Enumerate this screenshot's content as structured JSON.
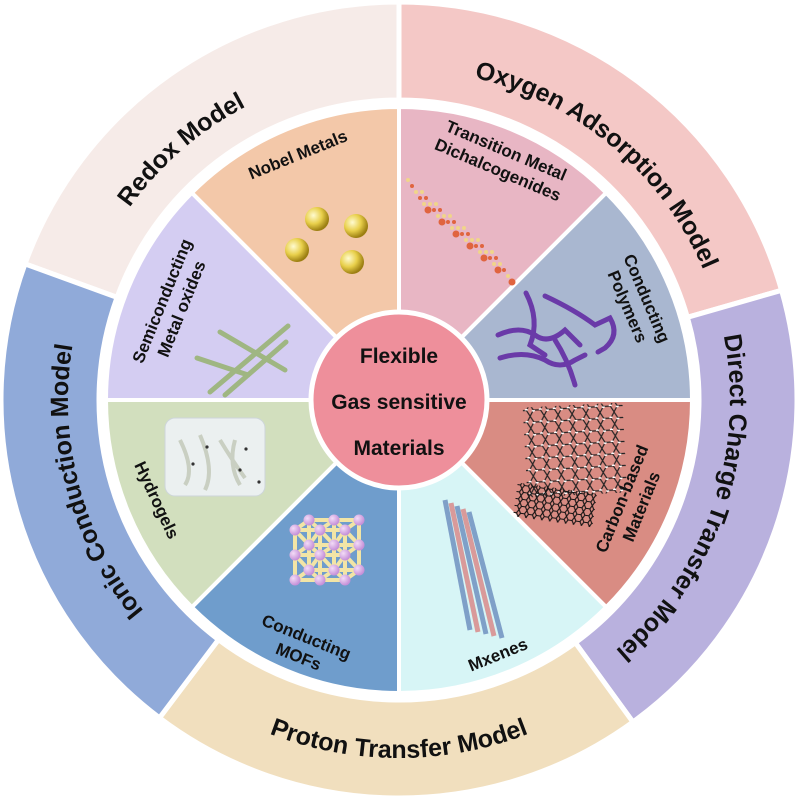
{
  "center": {
    "lines": [
      "Flexible",
      "Gas sensitive",
      "Materials"
    ],
    "color": "#ee8f9b"
  },
  "mechanisms": [
    {
      "label": "Redox Model",
      "color": "#f6ebe8"
    },
    {
      "label": "Oxygen Adsorption Model",
      "color": "#f4c8c6"
    },
    {
      "label": "Direct Charge Transfer Model",
      "color": "#b9b1de"
    },
    {
      "label": "Proton Transfer Model",
      "color": "#f1dfbe"
    },
    {
      "label": "Ionic Conduction Model",
      "color": "#90aad9"
    }
  ],
  "materials": [
    {
      "lines": [
        "Nobel Metals"
      ],
      "color": "#f3c8a9"
    },
    {
      "lines": [
        "Transition Metal",
        "Dichalcogenides"
      ],
      "color": "#e8b6c4"
    },
    {
      "lines": [
        "Conducting",
        "Polymers"
      ],
      "color": "#a9b7d0"
    },
    {
      "lines": [
        "Carbon-based",
        "Materials"
      ],
      "color": "#d98c83"
    },
    {
      "lines": [
        "Mxenes"
      ],
      "color": "#d7f5f6"
    },
    {
      "lines": [
        "Conducting",
        "MOFs"
      ],
      "color": "#6f9dcc"
    },
    {
      "lines": [
        "Hydrogels"
      ],
      "color": "#d2dfbe"
    },
    {
      "lines": [
        "Semiconducting",
        "Metal oxides"
      ],
      "color": "#d4cdf2"
    }
  ]
}
